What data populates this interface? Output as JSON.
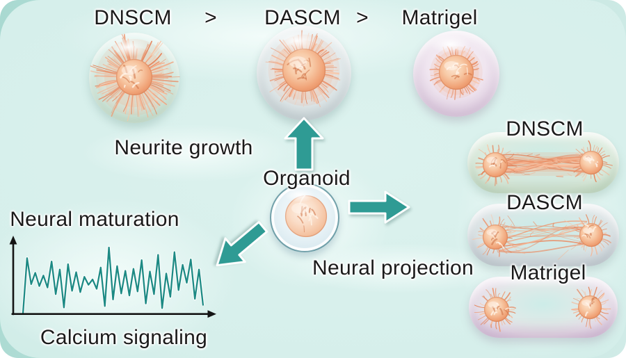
{
  "comparison": {
    "items": [
      "DNSCM",
      "DASCM",
      "Matrigel"
    ],
    "separator": ">"
  },
  "annotations": {
    "neurite_growth": "Neurite growth",
    "organoid": "Organoid",
    "neural_projection": "Neural projection",
    "neural_maturation": "Neural maturation",
    "calcium_signaling": "Calcium signaling"
  },
  "panels": [
    {
      "label": "DNSCM",
      "bridge": "bundle",
      "tint": "green"
    },
    {
      "label": "DASCM",
      "bridge": "network",
      "tint": "gray"
    },
    {
      "label": "Matrigel",
      "bridge": "none",
      "tint": "pink"
    }
  ],
  "icons": {
    "up_arrow": "block-arrow-up",
    "right_arrow": "block-arrow-right",
    "diagonal_arrow": "block-arrow-down-left"
  },
  "chart_data": {
    "type": "line",
    "title": "Calcium signaling",
    "context_label": "Neural maturation",
    "xlabel": "",
    "ylabel": "",
    "x_range": [
      0,
      44
    ],
    "ylim": [
      0,
      10
    ],
    "grid": false,
    "legend": "none",
    "axis_style": "schematic arrows, no tick labels",
    "series_name": "calcium-fluorescence-trace",
    "values": [
      0,
      8.3,
      4.4,
      6.1,
      4.1,
      5.7,
      3.9,
      7.8,
      2.9,
      6.6,
      0.9,
      7.4,
      3.4,
      6.2,
      3.2,
      5.5,
      4.3,
      5.1,
      3.7,
      6.9,
      1.1,
      9.9,
      2.1,
      7.1,
      3.0,
      6.4,
      2.7,
      6.7,
      3.3,
      8.0,
      1.5,
      6.3,
      2.9,
      8.8,
      0.8,
      6.0,
      2.5,
      9.2,
      3.5,
      7.3,
      4.6,
      8.1,
      2.2,
      6.6,
      1.2
    ]
  },
  "colors": {
    "teal_arrow": "#2f9b94",
    "trace": "#1d8a84",
    "text": "#1a1a1a",
    "background_outer": "#a9d9d1",
    "background_card": "#d6efeb",
    "organoid_core": "#f0a276",
    "neurite": "#e8906a",
    "sphere_dnscm_rim": "#c0d6c3",
    "sphere_dascm_rim": "#c2cdd0",
    "sphere_matrigel_rim": "#cdb8d2",
    "capsule_dnscm_rim": "#b9cfba",
    "capsule_dascm_rim": "#bdc7cc",
    "capsule_matrigel_rim": "#c8b0cf",
    "organoid_bubble_ring": "#377883"
  }
}
